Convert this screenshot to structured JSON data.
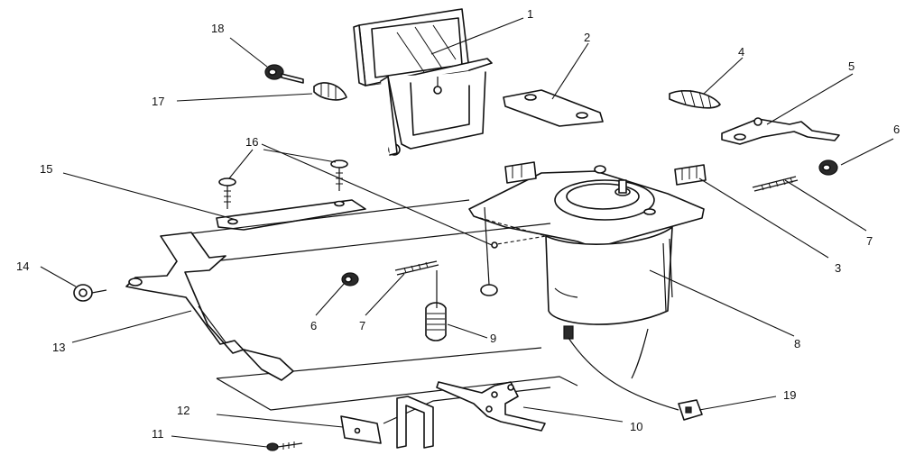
{
  "diagram": {
    "callouts": [
      {
        "id": "c1",
        "label": "1"
      },
      {
        "id": "c2",
        "label": "2"
      },
      {
        "id": "c3",
        "label": "3"
      },
      {
        "id": "c4",
        "label": "4"
      },
      {
        "id": "c5",
        "label": "5"
      },
      {
        "id": "c6a",
        "label": "6"
      },
      {
        "id": "c6b",
        "label": "6"
      },
      {
        "id": "c7a",
        "label": "7"
      },
      {
        "id": "c7b",
        "label": "7"
      },
      {
        "id": "c8",
        "label": "8"
      },
      {
        "id": "c9",
        "label": "9"
      },
      {
        "id": "c10",
        "label": "10"
      },
      {
        "id": "c11",
        "label": "11"
      },
      {
        "id": "c12",
        "label": "12"
      },
      {
        "id": "c13",
        "label": "13"
      },
      {
        "id": "c14",
        "label": "14"
      },
      {
        "id": "c15",
        "label": "15"
      },
      {
        "id": "c16",
        "label": "16"
      },
      {
        "id": "c17",
        "label": "17"
      },
      {
        "id": "c18",
        "label": "18"
      },
      {
        "id": "c19",
        "label": "19"
      }
    ]
  }
}
